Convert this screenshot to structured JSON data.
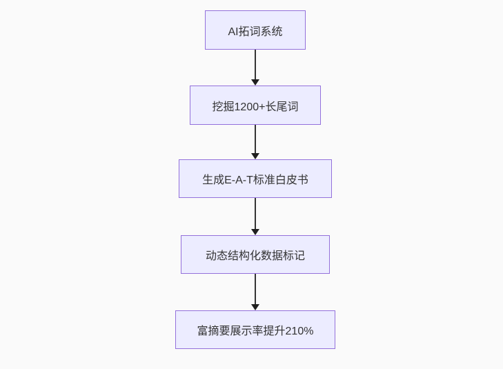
{
  "diagram": {
    "type": "flowchart",
    "direction": "top-down",
    "colors": {
      "background": "#fafafa",
      "node_fill": "#ECECFF",
      "node_border": "#9370DB",
      "edge_line": "#333333",
      "arrowhead": "#1f1f1f",
      "text": "#333333"
    },
    "nodes": [
      {
        "id": "A",
        "label": "AI拓词系统"
      },
      {
        "id": "B",
        "label": "挖掘1200+长尾词"
      },
      {
        "id": "C",
        "label": "生成E-A-T标准白皮书"
      },
      {
        "id": "D",
        "label": "动态结构化数据标记"
      },
      {
        "id": "E",
        "label": "富摘要展示率提升210%"
      }
    ],
    "edges": [
      {
        "from": "A",
        "to": "B",
        "style": "arrow-down"
      },
      {
        "from": "B",
        "to": "C",
        "style": "arrow-down"
      },
      {
        "from": "C",
        "to": "D",
        "style": "arrow-down"
      },
      {
        "from": "D",
        "to": "E",
        "style": "arrow-down"
      }
    ]
  }
}
